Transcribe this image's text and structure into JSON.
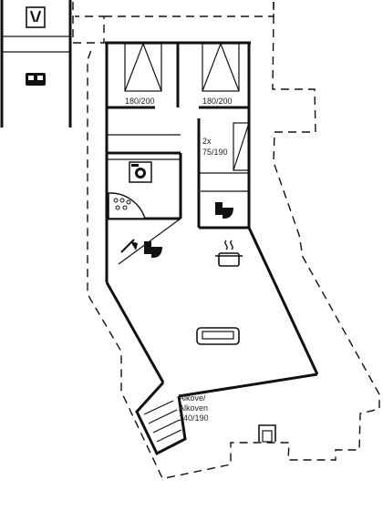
{
  "plan": {
    "beds": [
      {
        "label": "180/200"
      },
      {
        "label": "180/200"
      }
    ],
    "bunk": {
      "count": "2x",
      "size": "75/190"
    },
    "alcove": {
      "line1": "Alkove/",
      "line2": "Alkoven",
      "size": "140/190"
    }
  },
  "icons": {
    "annex_top": "dishwasher-icon",
    "annex_bed": "double-bed-icon",
    "utility": "washing-machine-icon",
    "spa": "hot-tub-icon",
    "bath_shower": "shower-icon",
    "bath_toilet": "toilet-icon",
    "wc_toilet": "toilet-icon",
    "kitchen": "cooking-pot-icon",
    "living": "sofa-icon",
    "outdoor": "fireplace-icon"
  }
}
